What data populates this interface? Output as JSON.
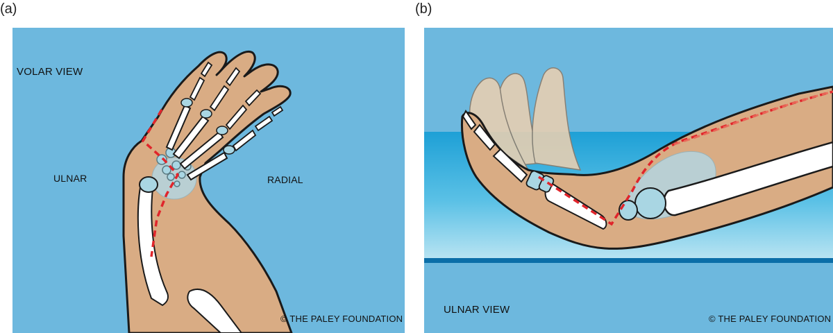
{
  "panel_a": {
    "letter": "(a)",
    "view_label": "VOLAR VIEW",
    "side_left": "ULNAR",
    "side_right": "RADIAL",
    "copyright": "© THE PALEY FOUNDATION"
  },
  "panel_b": {
    "letter": "(b)",
    "view_label": "ULNAR VIEW",
    "copyright": "© THE PALEY FOUNDATION"
  },
  "colors": {
    "background": "#6db8de",
    "skin": "#d9ac84",
    "skin_ghost": "#e6cfb2",
    "bone": "#ffffff",
    "carpal": "#a9d6e3",
    "carpal_region": "#b9cfd3",
    "cut_line": "#e0252b",
    "outline": "#1a1a1a",
    "table_top": "#2a9fd4",
    "table_edge": "#0b6ea8"
  }
}
